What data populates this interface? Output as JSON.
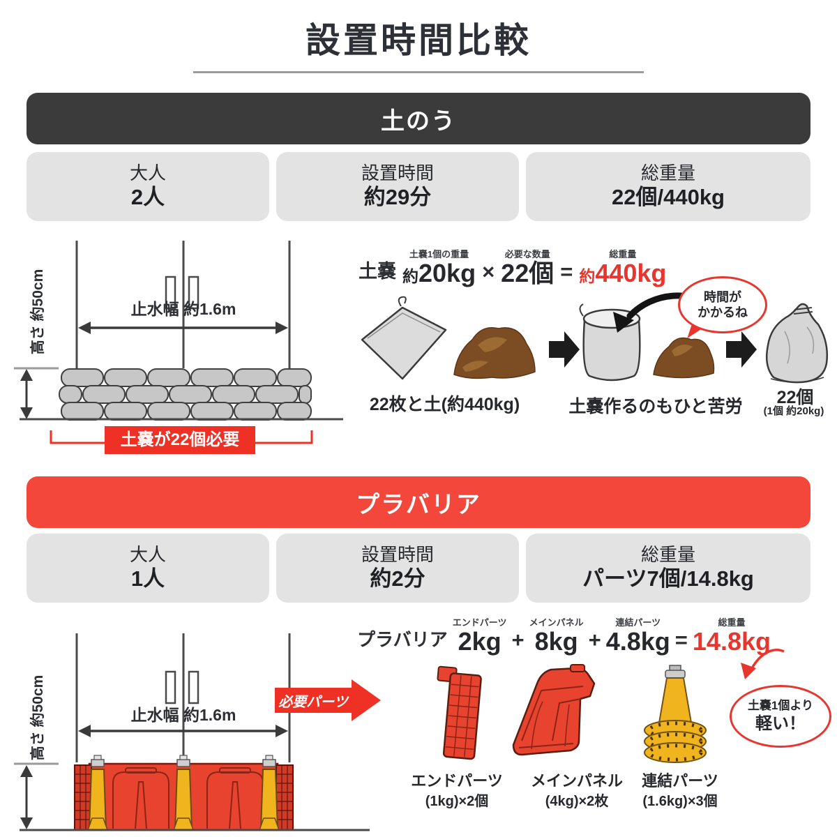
{
  "title": "設置時間比較",
  "colors": {
    "dark_header": "#3b3b3b",
    "red_header": "#f3473c",
    "accent_red": "#e8352d",
    "banner_red": "#ee3124",
    "card_gray": "#e3e3e3",
    "barrier_red": "#e8432f",
    "connector_yellow": "#f0b41e"
  },
  "sandbag": {
    "header": "土のう",
    "cards": [
      {
        "label": "大人",
        "value": "2人"
      },
      {
        "label": "設置時間",
        "value": "約29分"
      },
      {
        "label": "総重量",
        "value": "22個/440kg"
      }
    ],
    "diagram": {
      "height_label": "高さ 約50cm",
      "width_label": "止水幅 約1.6m",
      "banner": "土嚢が22個必要"
    },
    "formula": {
      "name": "土嚢",
      "weight_label": "土嚢1個の重量",
      "weight_prefix": "約",
      "weight": "20kg",
      "multiply": "×",
      "qty_label": "必要な数量",
      "qty": "22個",
      "equals": "=",
      "total_label": "総重量",
      "total_prefix": "約",
      "total": "440kg"
    },
    "bubble": {
      "line1": "時間が",
      "line2": "かかるね"
    },
    "process": {
      "step1": "22枚と土(約440kg)",
      "step2": "土嚢作るのもひと苦労",
      "step3": "22個",
      "step3_sub": "(1個 約20kg)"
    }
  },
  "plabaria": {
    "header": "プラバリア",
    "cards": [
      {
        "label": "大人",
        "value": "1人"
      },
      {
        "label": "設置時間",
        "value": "約2分"
      },
      {
        "label": "総重量",
        "value": "パーツ7個/14.8kg"
      }
    ],
    "diagram": {
      "height_label": "高さ 約50cm",
      "width_label": "止水幅 約1.6m",
      "arrow_label": "必要パーツ"
    },
    "formula": {
      "name": "プラバリア",
      "part1_label": "エンドパーツ",
      "part1": "2kg",
      "plus1": "+",
      "part2_label": "メインパネル",
      "part2": "8kg",
      "plus2": "+",
      "part3_label": "連結パーツ",
      "part3": "4.8kg",
      "equals": "=",
      "total_label": "総重量",
      "total": "14.8kg"
    },
    "bubble": {
      "line1": "土嚢1個より",
      "line2": "軽い！"
    },
    "parts": [
      {
        "name": "エンドパーツ",
        "qty": "(1kg)×2個"
      },
      {
        "name": "メインパネル",
        "qty": "(4kg)×2枚"
      },
      {
        "name": "連結パーツ",
        "qty": "(1.6kg)×3個"
      }
    ]
  }
}
